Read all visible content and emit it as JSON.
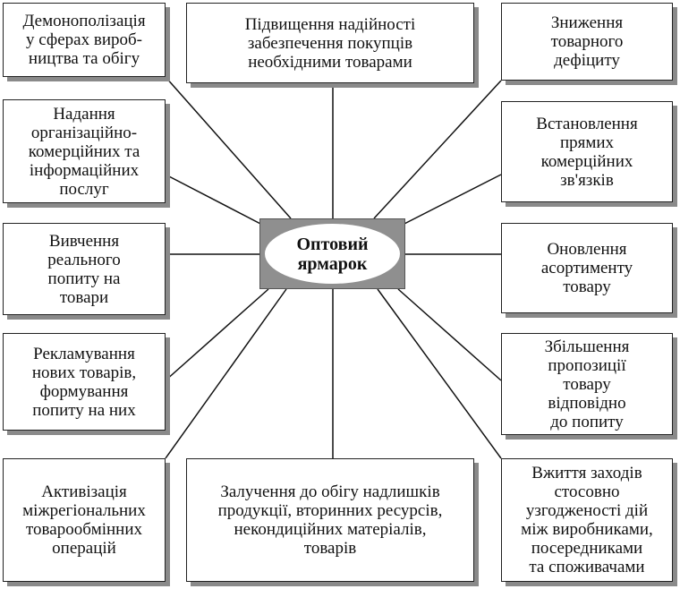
{
  "center": {
    "label": "Оптовий\nярмарок"
  },
  "boxes": {
    "top_left": "Демонополізація\nу сферах вироб-\nництва та обігу",
    "top_center": "Підвищення надійності\nзабезпечення покупців\nнеобхідними товарами",
    "top_right": "Зниження\nтоварного\nдефіциту",
    "left_2": "Надання\nорганізаційно-\nкомерційних та\nінформаційних\nпослуг",
    "right_2": "Встановлення\nпрямих\nкомерційних\nзв'язків",
    "left_3": "Вивчення\nреального\nпопиту на\nтовари",
    "right_3": "Оновлення\nасортименту\nтовару",
    "left_4": "Рекламування\nнових товарів,\nформування\nпопиту на них",
    "right_4": "Збільшення\nпропозиції\nтовару\nвідповідно\nдо попиту",
    "bottom_left": "Активізація\nміжрегіональних\nтоварообмінних\nоперацій",
    "bottom_center": "Залучення до обігу надлишків\nпродукції, вторинних ресурсів,\nнекондиційних матеріалів,\nтоварів",
    "bottom_right": "Вжиття заходів\nстосовно\nузгодженості дій\nміж виробниками,\nпосередниками\nта споживачами"
  }
}
